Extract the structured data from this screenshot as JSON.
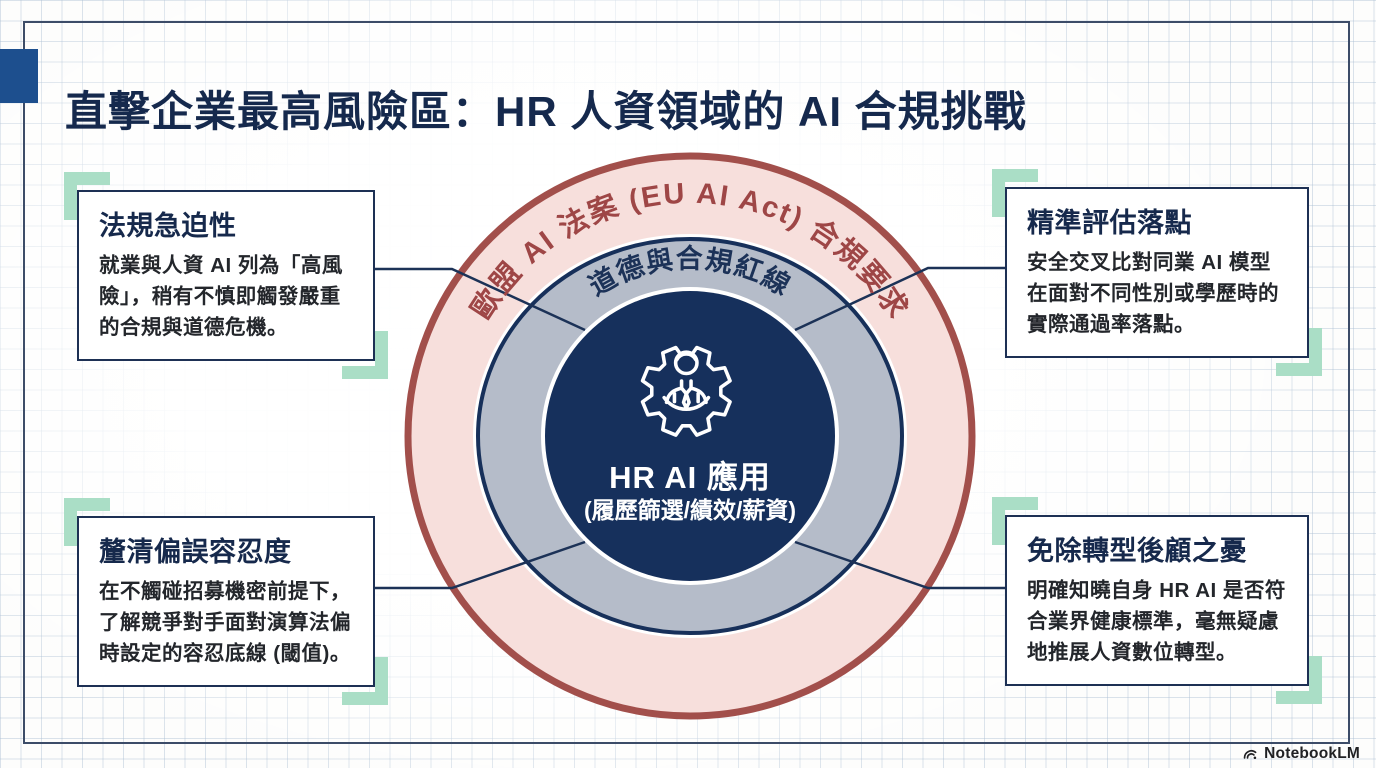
{
  "header": {
    "title": "直擊企業最高風險區：HR 人資領域的 AI 合規挑戰"
  },
  "diagram": {
    "outer_ring_label": "歐盟 AI 法案 (EU AI Act) 合規要求",
    "middle_ring_label": "道德與合規紅線",
    "center": {
      "title": "HR AI 應用",
      "subtitle": "(履歷篩選/績效/薪資)",
      "icon": "person-in-gear-icon"
    }
  },
  "callouts": {
    "top_left": {
      "title": "法規急迫性",
      "body": "就業與人資 AI 列為「高風險」，稍有不慎即觸發嚴重的合規與道德危機。"
    },
    "top_right": {
      "title": "精準評估落點",
      "body": "安全交叉比對同業 AI 模型在面對不同性別或學歷時的實際通過率落點。"
    },
    "bottom_left": {
      "title": "釐清偏誤容忍度",
      "body": "在不觸碰招募機密前提下，了解競爭對手面對演算法偏時設定的容忍底線 (閾值)。"
    },
    "bottom_right": {
      "title": "免除轉型後顧之憂",
      "body": "明確知曉自身 HR AI 是否符合業界健康標準，毫無疑慮地推展人資數位轉型。"
    }
  },
  "footer": {
    "brand": "NotebookLM",
    "icon": "notebooklm-logo"
  },
  "colors": {
    "title_navy": "#15294d",
    "center_navy": "#16305c",
    "ring_pink_fill": "#f7dfdc",
    "ring_pink_border": "#a24f4b",
    "ring_red_text": "#9e4646",
    "ring_gray_fill": "#b5bcc9",
    "ring_gray_border": "#17305a",
    "bracket_green": "#aadec6",
    "accent_square_blue": "#1d4f8e"
  }
}
